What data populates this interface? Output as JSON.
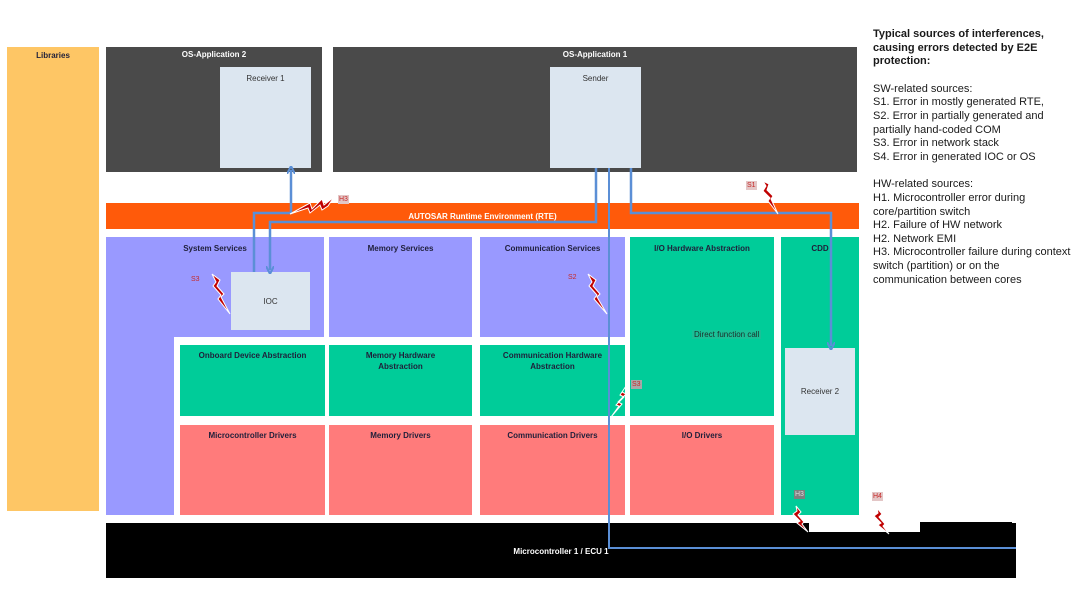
{
  "diagram": {
    "libraries": "Libraries",
    "os_app_2": {
      "title": "OS-Application 2",
      "component": "Receiver 1"
    },
    "os_app_1": {
      "title": "OS-Application 1",
      "component": "Sender"
    },
    "rte": "AUTOSAR Runtime Environment (RTE)",
    "services": {
      "system": "System Services",
      "memory": "Memory Services",
      "communication": "Communication Services",
      "io_hw_abstraction": "I/O Hardware Abstraction",
      "cdd": "CDD"
    },
    "ioc": "IOC",
    "abstraction": {
      "onboard": "Onboard Device Abstraction",
      "memory_hw": "Memory Hardware Abstraction",
      "communication_hw": "Communication Hardware Abstraction"
    },
    "drivers": {
      "microcontroller": "Microcontroller Drivers",
      "memory": "Memory Drivers",
      "communication": "Communication Drivers",
      "io": "I/O Drivers"
    },
    "receiver_2": "Receiver 2",
    "direct_call": "Direct function call",
    "microcontroller": "Microcontroller 1 / ECU 1",
    "fault_tags": {
      "h3_rte": "H3",
      "s1": "S1",
      "s3_ioc": "S3",
      "s2": "S2",
      "s3_com": "S3",
      "h3_cdd": "H3",
      "h4": "H4"
    },
    "colors": {
      "libraries": "#fec665",
      "os_application": "#4a4a4a",
      "component": "#dce6f0",
      "rte": "#ff5a0a",
      "services": "#9999ff",
      "abstraction": "#00cc99",
      "drivers": "#ff7b7b",
      "microcontroller": "#000000",
      "signal_path": "#5b8fd6",
      "fault": "#c00000"
    }
  },
  "notes": {
    "title": "Typical sources of interferences, causing errors detected by E2E protection:",
    "sw_heading": "SW-related sources:",
    "sw_items": [
      "S1. Error in mostly generated RTE,",
      "S2. Error in partially generated and partially hand-coded COM",
      "S3. Error in network stack",
      "S4. Error in generated IOC or OS"
    ],
    "hw_heading": "HW-related sources:",
    "hw_items": [
      "H1. Microcontroller error during core/partition switch",
      "H2. Failure of HW network",
      "H2. Network EMI",
      "H3. Microcontroller failure during context switch (partition) or on the communication between cores"
    ]
  }
}
